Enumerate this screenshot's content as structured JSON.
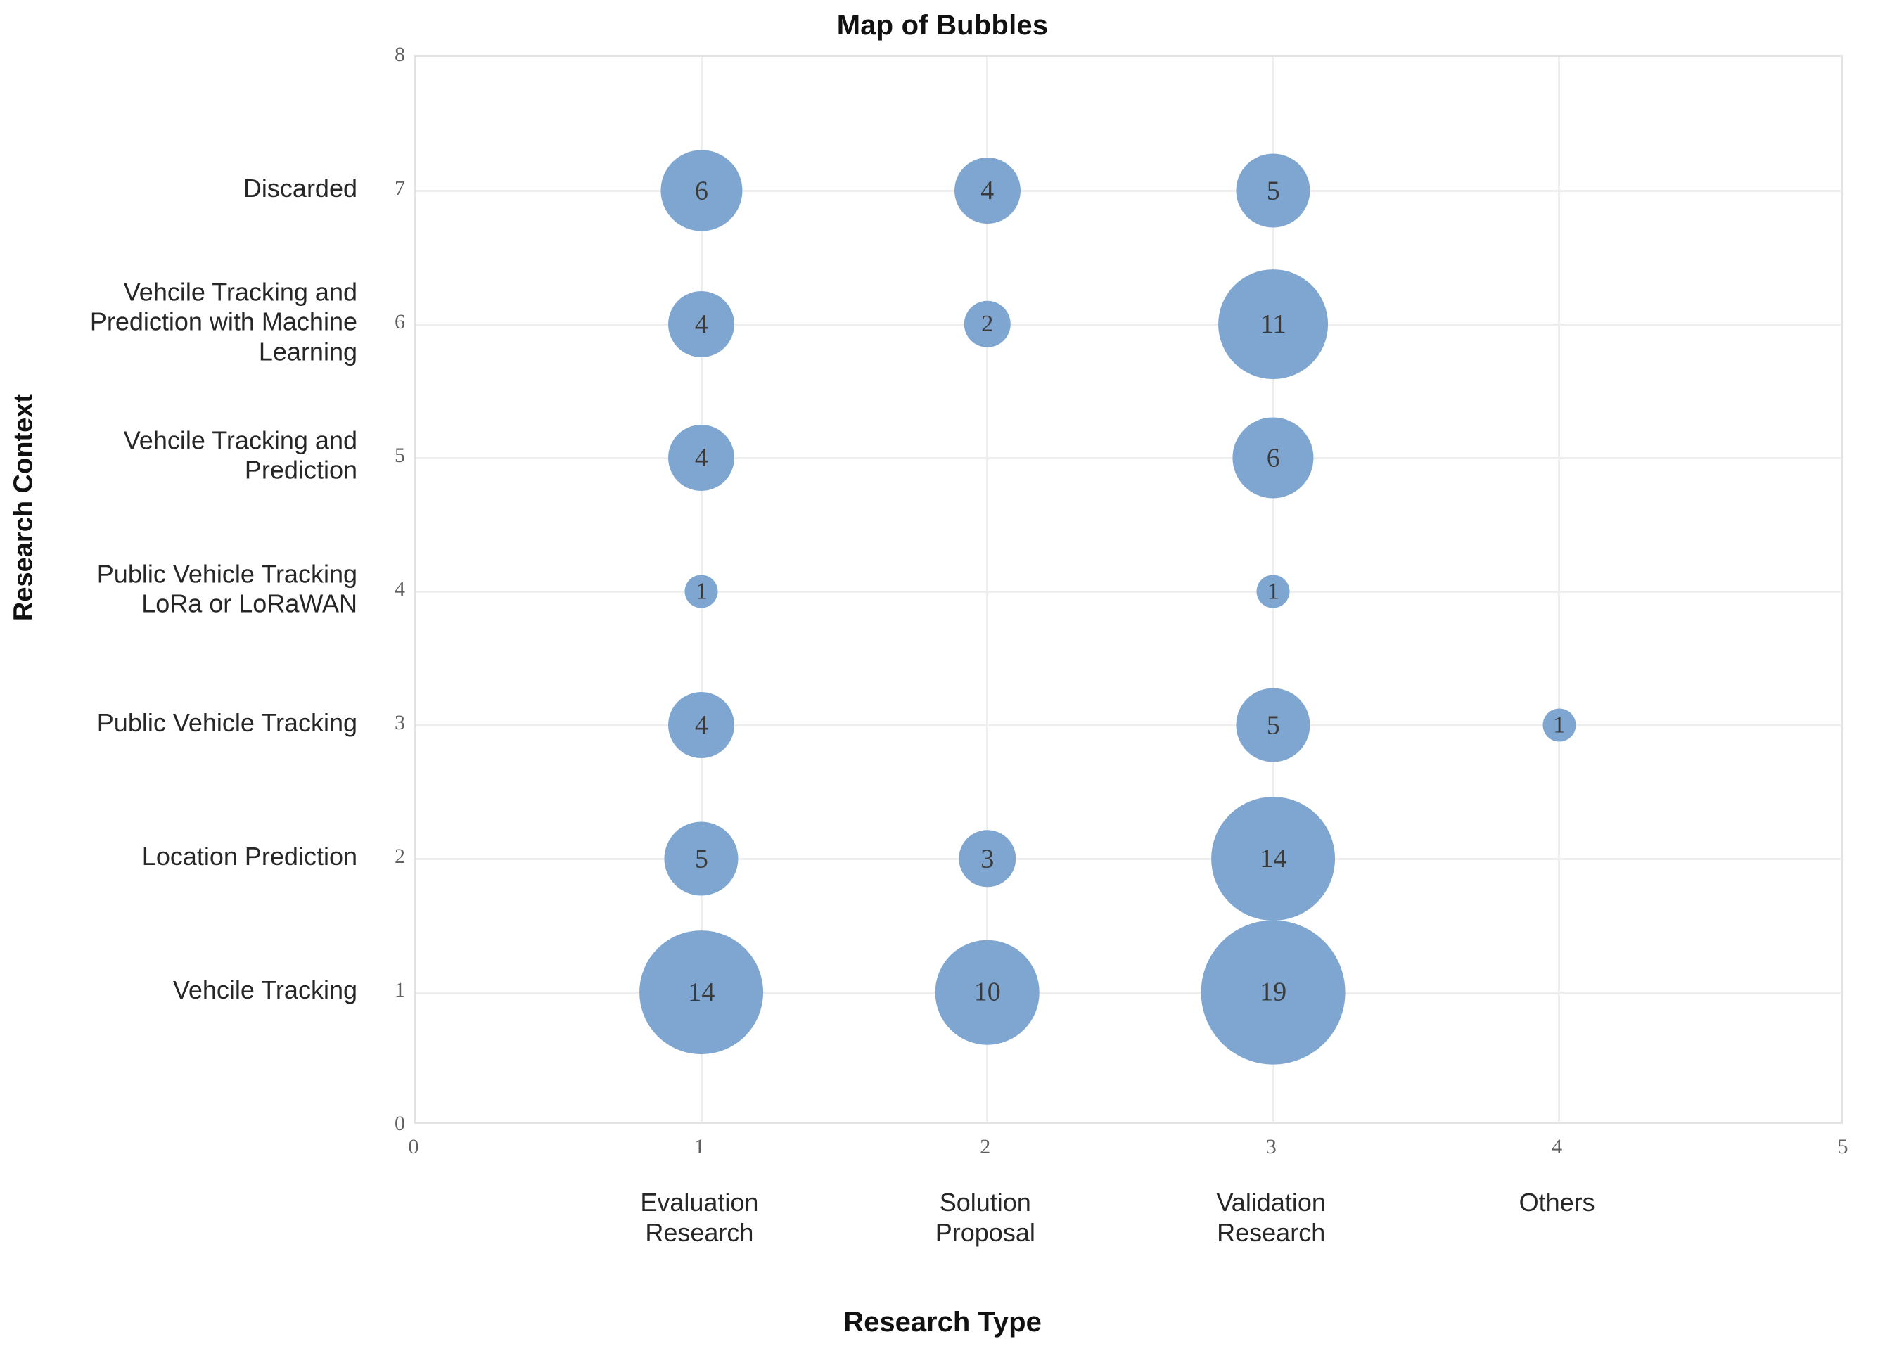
{
  "chart_data": {
    "type": "scatter",
    "subtype": "bubble",
    "title": "Map of Bubbles",
    "xlabel": "Research Type",
    "ylabel": "Research Context",
    "xlim": [
      0,
      5
    ],
    "ylim": [
      0,
      8
    ],
    "grid": true,
    "legend": false,
    "bubble_color": "#7fa6d0",
    "x_tick_values": [
      0,
      1,
      2,
      3,
      4,
      5
    ],
    "x_tick_labels": [
      "0",
      "1",
      "2",
      "3",
      "4",
      "5"
    ],
    "y_tick_values": [
      0,
      1,
      2,
      3,
      4,
      5,
      6,
      7,
      8
    ],
    "y_tick_labels": [
      "0",
      "1",
      "2",
      "3",
      "4",
      "5",
      "6",
      "7",
      "8"
    ],
    "x_categories": [
      {
        "value": 1,
        "label": "Evaluation\nResearch"
      },
      {
        "value": 2,
        "label": "Solution\nProposal"
      },
      {
        "value": 3,
        "label": "Validation\nResearch"
      },
      {
        "value": 4,
        "label": "Others"
      }
    ],
    "y_categories": [
      {
        "value": 7,
        "label": "Discarded"
      },
      {
        "value": 6,
        "label": "Vehcile Tracking and Prediction with Machine Learning"
      },
      {
        "value": 5,
        "label": "Vehcile Tracking and Prediction"
      },
      {
        "value": 4,
        "label": "Public Vehicle Tracking LoRa or LoRaWAN"
      },
      {
        "value": 3,
        "label": "Public Vehicle Tracking"
      },
      {
        "value": 2,
        "label": "Location Prediction"
      },
      {
        "value": 1,
        "label": "Vehcile Tracking"
      }
    ],
    "points": [
      {
        "x": 1,
        "y": 7,
        "size": 6,
        "label": "6"
      },
      {
        "x": 1,
        "y": 6,
        "size": 4,
        "label": "4"
      },
      {
        "x": 1,
        "y": 5,
        "size": 4,
        "label": "4"
      },
      {
        "x": 1,
        "y": 4,
        "size": 1,
        "label": "1"
      },
      {
        "x": 1,
        "y": 3,
        "size": 4,
        "label": "4"
      },
      {
        "x": 1,
        "y": 2,
        "size": 5,
        "label": "5"
      },
      {
        "x": 1,
        "y": 1,
        "size": 14,
        "label": "14"
      },
      {
        "x": 2,
        "y": 7,
        "size": 4,
        "label": "4"
      },
      {
        "x": 2,
        "y": 6,
        "size": 2,
        "label": "2"
      },
      {
        "x": 2,
        "y": 2,
        "size": 3,
        "label": "3"
      },
      {
        "x": 2,
        "y": 1,
        "size": 10,
        "label": "10"
      },
      {
        "x": 3,
        "y": 7,
        "size": 5,
        "label": "5"
      },
      {
        "x": 3,
        "y": 6,
        "size": 11,
        "label": "11"
      },
      {
        "x": 3,
        "y": 5,
        "size": 6,
        "label": "6"
      },
      {
        "x": 3,
        "y": 4,
        "size": 1,
        "label": "1"
      },
      {
        "x": 3,
        "y": 3,
        "size": 5,
        "label": "5"
      },
      {
        "x": 3,
        "y": 2,
        "size": 14,
        "label": "14"
      },
      {
        "x": 3,
        "y": 1,
        "size": 19,
        "label": "19"
      },
      {
        "x": 4,
        "y": 3,
        "size": 1,
        "label": "1"
      }
    ]
  }
}
